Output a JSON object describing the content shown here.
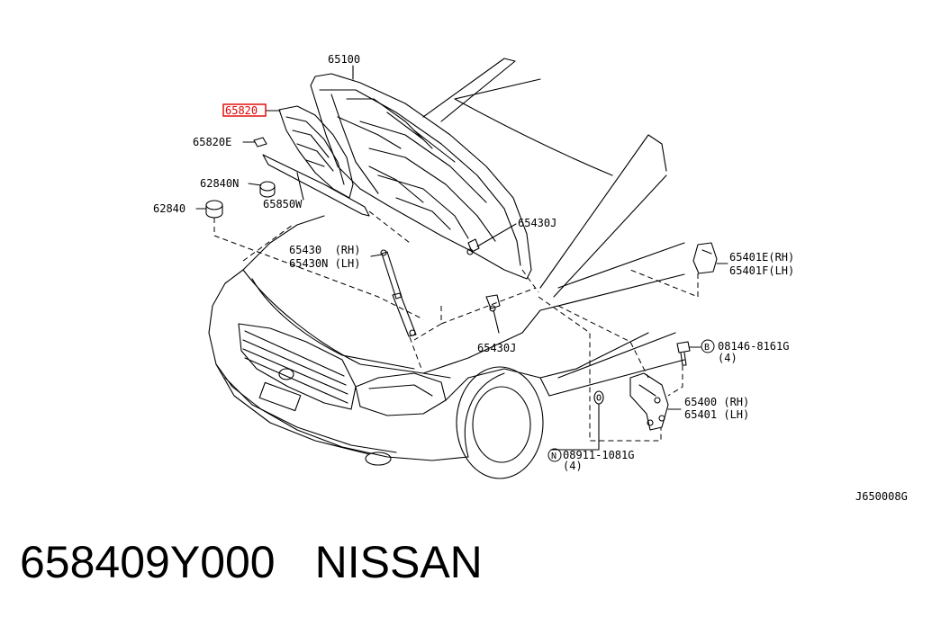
{
  "labels": {
    "p65100": "65100",
    "p65820": "65820",
    "p65820e": "65820E",
    "p62840n": "62840N",
    "p65850w": "65850W",
    "p62840": "62840",
    "p65430j_top": "65430J",
    "p65430_rh": "65430  (RH)",
    "p65430n_lh": "65430N (LH)",
    "p65401e": "65401E(RH)",
    "p65401f": "65401F(LH)",
    "p08146": "08146-8161G",
    "p08146_qty": "(4)",
    "p65430j_bottom": "65430J",
    "p65400": "65400 (RH)",
    "p65401": "65401 (LH)",
    "p08911": "08911-1081G",
    "p08911_qty": "(4)",
    "diagram_code": "J650008G"
  },
  "circle_marks": {
    "b": "B",
    "n": "N"
  },
  "highlight_color": "#e00000",
  "footer": {
    "part_number": "658409Y000",
    "brand": "NISSAN"
  }
}
